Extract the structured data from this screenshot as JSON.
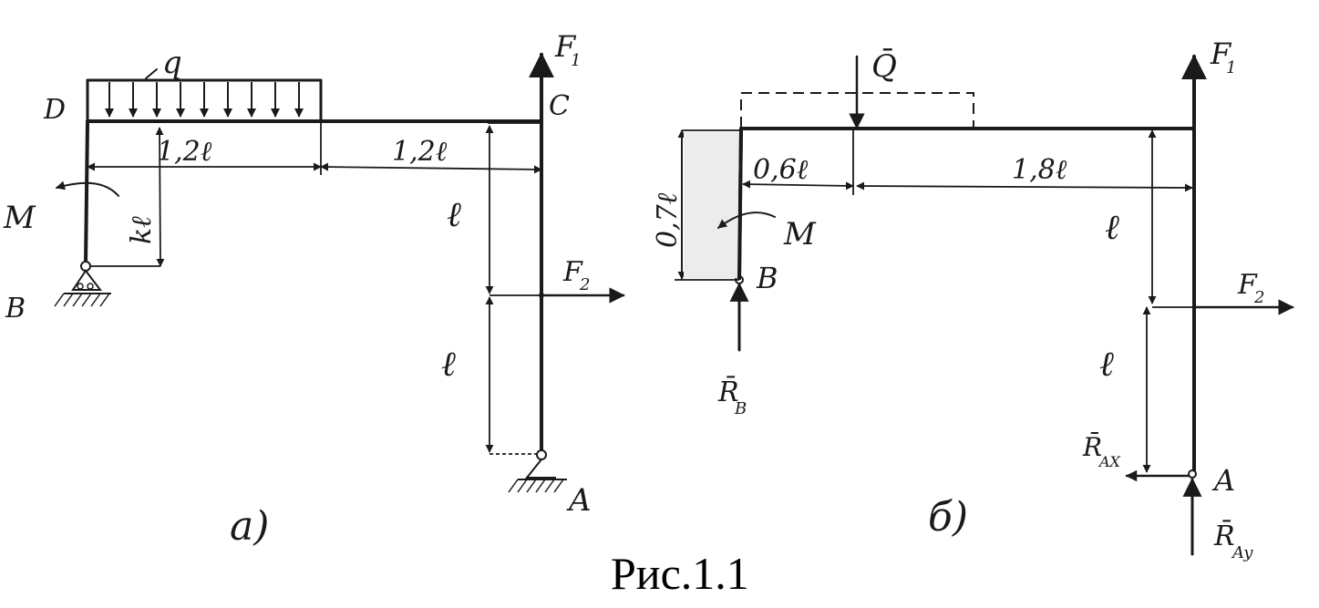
{
  "figure": {
    "caption": "Рис.1.1",
    "panel_a": {
      "label": "а)",
      "load_q": "q",
      "node_D": "D",
      "node_C": "C",
      "node_B": "B",
      "node_A": "A",
      "force_F1": "F",
      "force_F1_sub": "1",
      "force_F2": "F",
      "force_F2_sub": "2",
      "moment_M": "M",
      "dim_left": "1,2ℓ",
      "dim_right": "1,2ℓ",
      "dim_height_left": "kℓ",
      "dim_upper": "ℓ",
      "dim_lower": "ℓ"
    },
    "panel_b": {
      "label": "б)",
      "force_Q": "Q̄",
      "force_F1": "F",
      "force_F1_sub": "1",
      "force_F2": "F",
      "force_F2_sub": "2",
      "moment_M": "M",
      "node_B": "B",
      "node_A": "A",
      "dim_left": "0,6ℓ",
      "dim_right": "1,8ℓ",
      "dim_height_left": "0,7ℓ",
      "dim_upper": "ℓ",
      "dim_lower": "ℓ",
      "reaction_RB": "R̄",
      "reaction_RB_sub": "B",
      "reaction_RAx": "R̄",
      "reaction_RAx_sub": "AX",
      "reaction_RAy": "R̄",
      "reaction_RAy_sub": "Ay"
    }
  }
}
